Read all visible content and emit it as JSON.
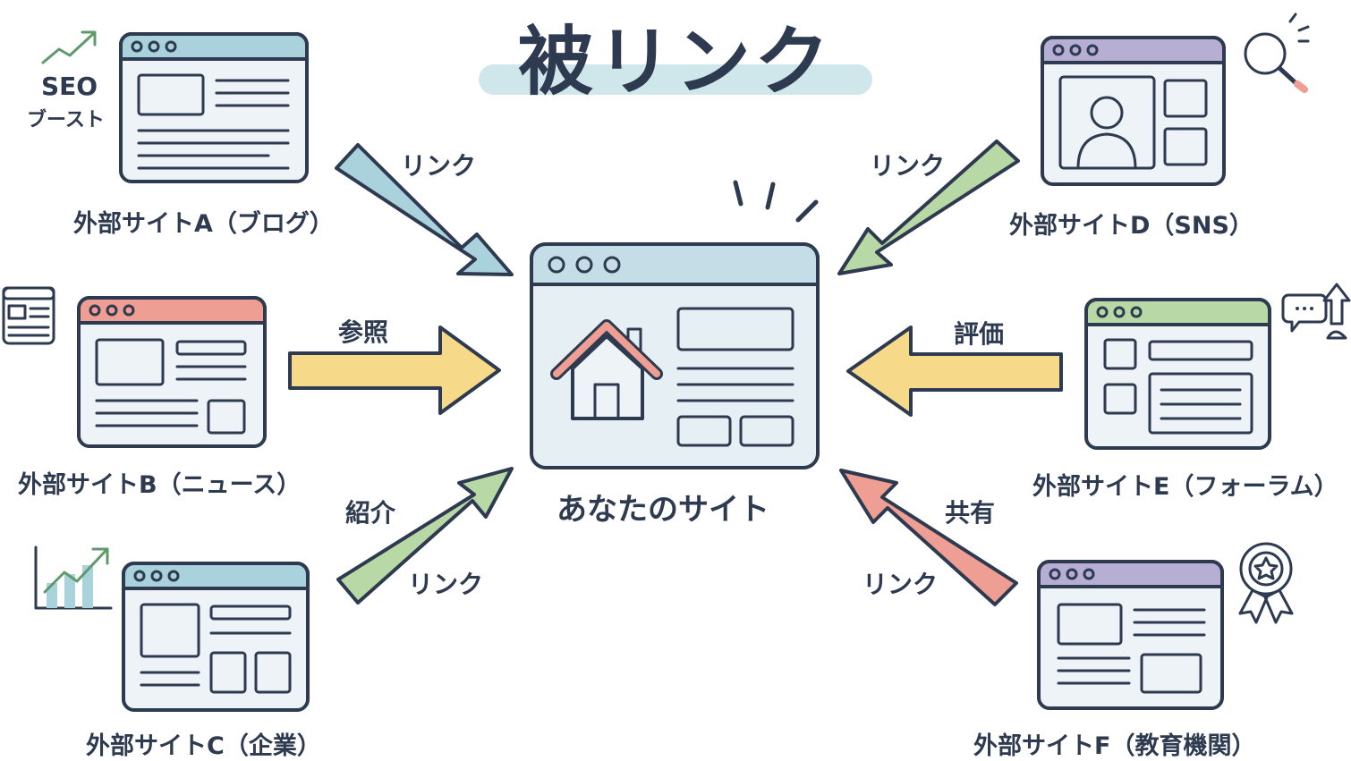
{
  "title": "被リンク",
  "center": {
    "label": "あなたのサイト"
  },
  "sites": {
    "a": "外部サイトA（ブログ）",
    "b": "外部サイトB（ニュース）",
    "c": "外部サイトC（企業）",
    "d": "外部サイトD（SNS）",
    "e": "外部サイトE（フォーラム）",
    "f": "外部サイトF（教育機関）"
  },
  "arrows": {
    "a": "リンク",
    "b": "参照",
    "c_top": "紹介",
    "c_bottom": "リンク",
    "d": "リンク",
    "e": "評価",
    "f_top": "共有",
    "f_bottom": "リンク"
  },
  "badge": {
    "line1": "SEO",
    "line2": "ブースト"
  },
  "colors": {
    "ink": "#2d3a4f",
    "blue": "#a9d2dc",
    "yellow": "#f7d98a",
    "green": "#b8d9a5",
    "pink": "#ef9e93",
    "purple": "#b7aed3",
    "page": "#f1f5f9"
  },
  "icons": [
    "trend-up-icon",
    "newspaper-icon",
    "bar-chart-icon",
    "magnifier-icon",
    "chat-bubbles-icon",
    "award-ribbon-icon",
    "house-icon"
  ]
}
